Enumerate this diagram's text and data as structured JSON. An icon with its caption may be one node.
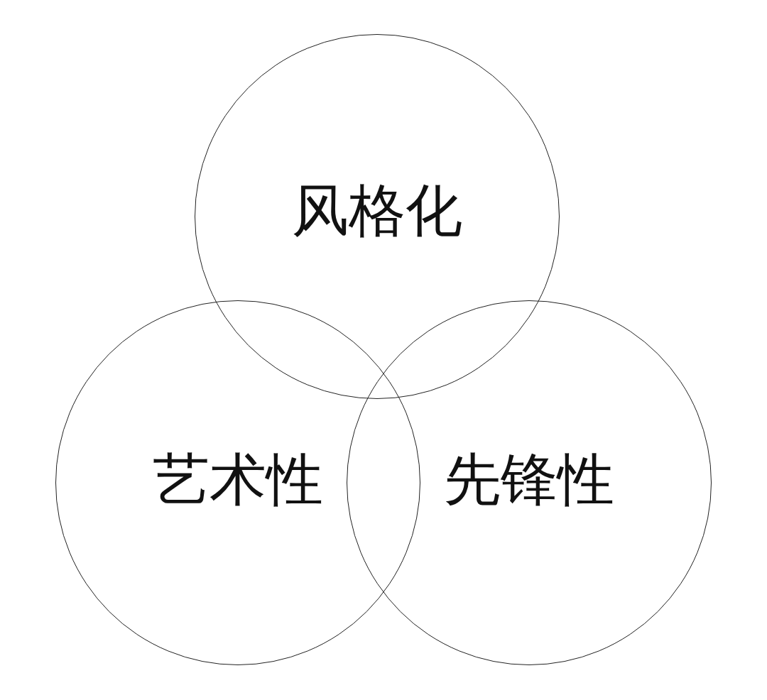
{
  "diagram": {
    "nodes": [
      {
        "text": [
          "风格化"
        ]
      },
      {
        "text": [
          "艺术性"
        ]
      },
      {
        "text": [
          "先锋性"
        ]
      }
    ]
  }
}
